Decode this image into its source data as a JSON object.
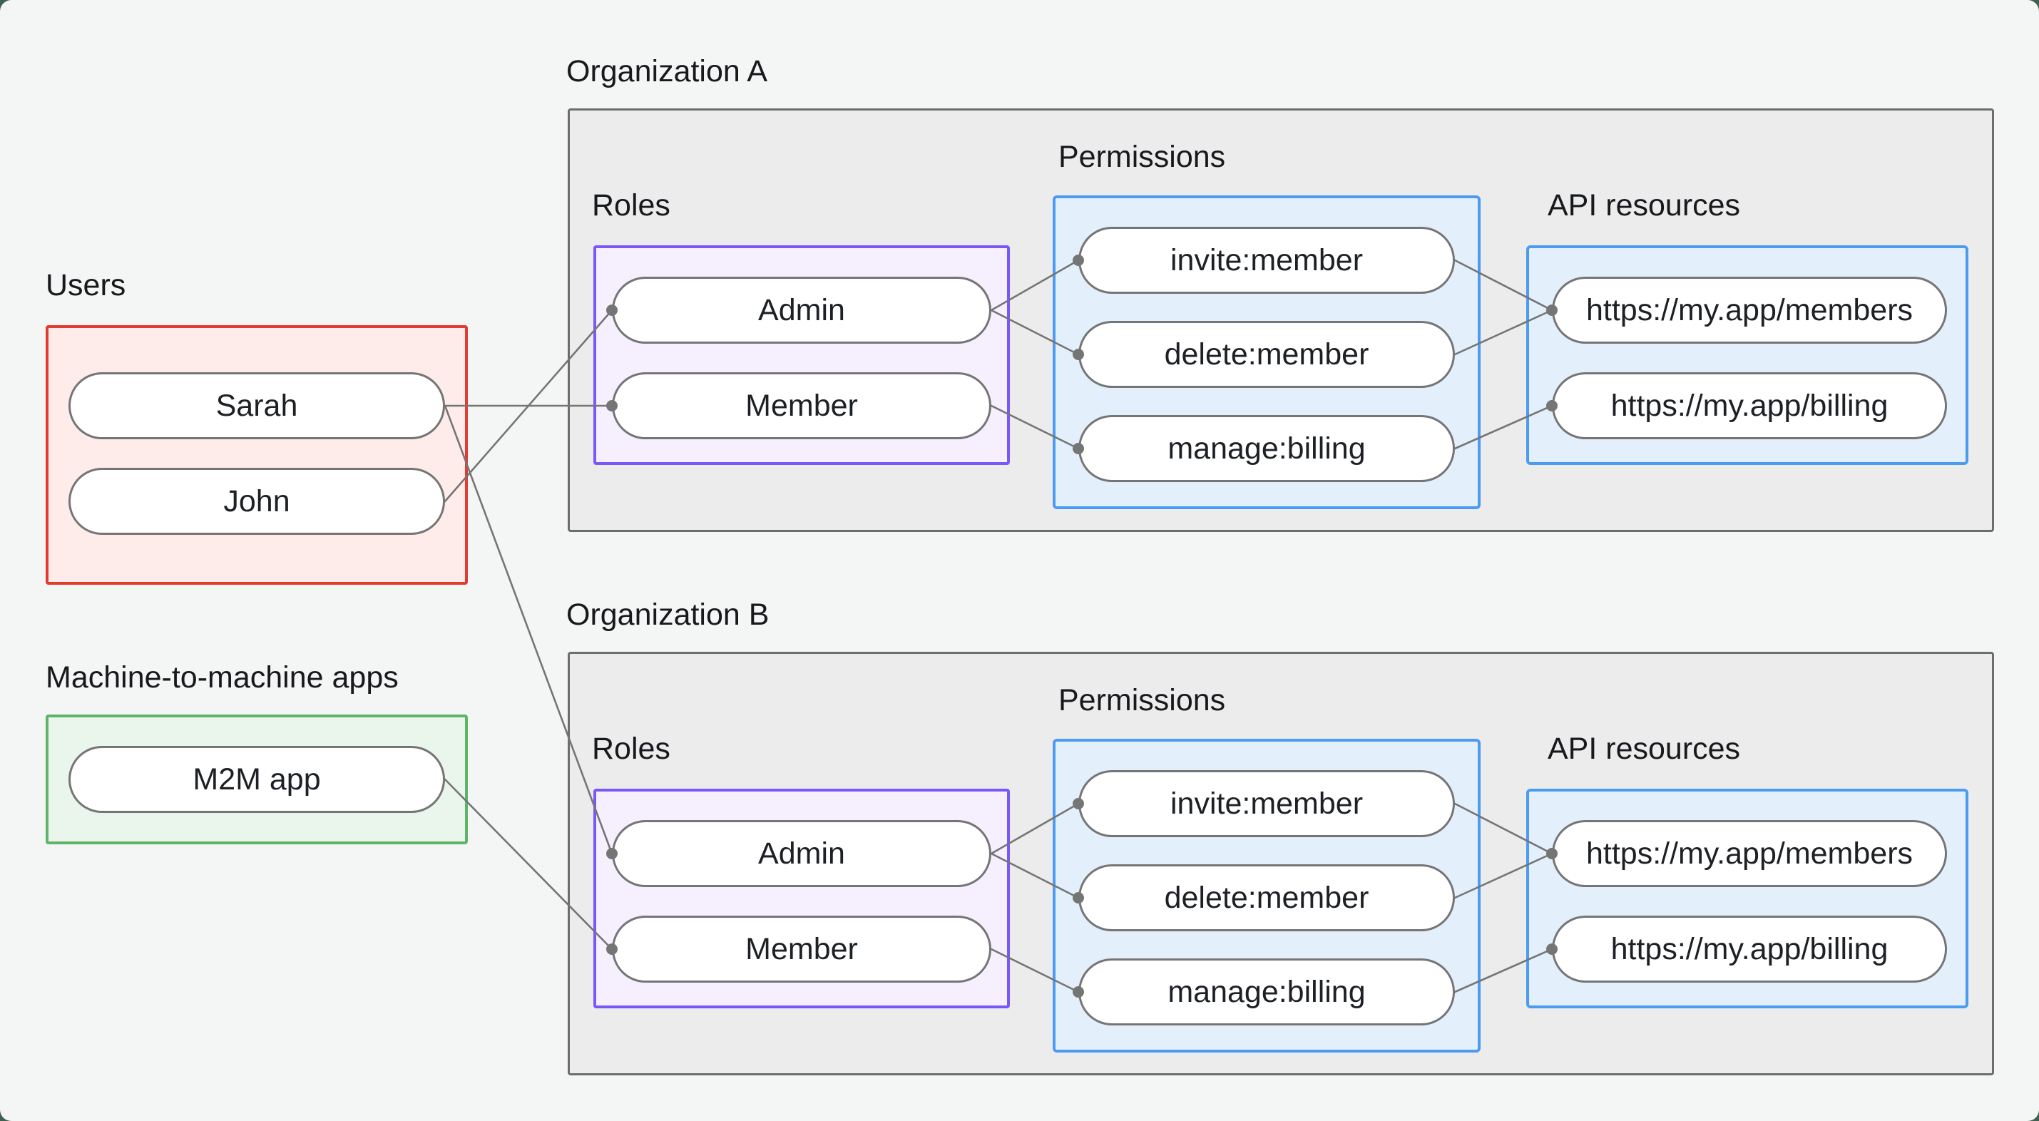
{
  "page": {
    "background_color": "#f4f6f5",
    "frame_color": "#3f6150"
  },
  "users_cluster": {
    "label": "Users",
    "border_color": "#e23c31",
    "fill_color": "#fdecea",
    "items": [
      "Sarah",
      "John"
    ]
  },
  "m2m_cluster": {
    "label": "Machine-to-machine apps",
    "border_color": "#5fb46a",
    "fill_color": "#eaf5ec",
    "items": [
      "M2M app"
    ]
  },
  "organizations": [
    {
      "label": "Organization A",
      "roles_label": "Roles",
      "permissions_label": "Permissions",
      "api_label": "API resources",
      "roles": [
        "Admin",
        "Member"
      ],
      "permissions": [
        "invite:member",
        "delete:member",
        "manage:billing"
      ],
      "api_resources": [
        "https://my.app/members",
        "https://my.app/billing"
      ]
    },
    {
      "label": "Organization B",
      "roles_label": "Roles",
      "permissions_label": "Permissions",
      "api_label": "API resources",
      "roles": [
        "Admin",
        "Member"
      ],
      "permissions": [
        "invite:member",
        "delete:member",
        "manage:billing"
      ],
      "api_resources": [
        "https://my.app/members",
        "https://my.app/billing"
      ]
    }
  ],
  "colors": {
    "org_box_border": "#6d6d6d",
    "org_box_fill": "#ececed",
    "roles_box_border": "#7a58f7",
    "roles_box_fill": "#f6f0fe",
    "permissions_box_border": "#4b9cf0",
    "permissions_box_fill": "#e3f0fc",
    "api_box_border": "#4b9cf0",
    "api_box_fill": "#e3f0fc",
    "node_border": "#757575",
    "edge_color": "#757575",
    "text_color": "#17191c"
  },
  "connections": {
    "assignments": [
      {
        "from": "Sarah",
        "organization": "Organization A",
        "role": "Member"
      },
      {
        "from": "John",
        "organization": "Organization A",
        "role": "Admin"
      },
      {
        "from": "Sarah",
        "organization": "Organization B",
        "role": "Admin"
      },
      {
        "from": "M2M app",
        "organization": "Organization B",
        "role": "Member"
      }
    ],
    "role_permissions": [
      {
        "role": "Admin",
        "permission": "invite:member"
      },
      {
        "role": "Admin",
        "permission": "delete:member"
      },
      {
        "role": "Member",
        "permission": "manage:billing"
      }
    ],
    "permission_resources": [
      {
        "permission": "invite:member",
        "resource": "https://my.app/members"
      },
      {
        "permission": "delete:member",
        "resource": "https://my.app/members"
      },
      {
        "permission": "manage:billing",
        "resource": "https://my.app/billing"
      }
    ]
  }
}
